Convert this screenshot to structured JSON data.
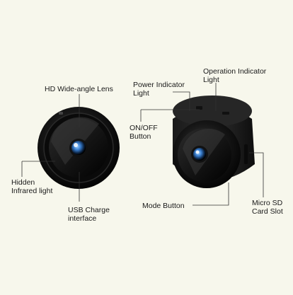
{
  "colors": {
    "background": "#f7f7ec",
    "camera_body": "#111111",
    "leader_line": "#333333",
    "lens_highlight": "#3a7fd0"
  },
  "labels": {
    "hd_lens": "HD Wide-angle Lens",
    "power_indicator": [
      "Power Indicator",
      "Light"
    ],
    "operation_indicator": [
      "Operation Indicator",
      "Light"
    ],
    "on_off": [
      "ON/OFF",
      "Button"
    ],
    "hidden_infrared": [
      "Hidden",
      "Infrared light"
    ],
    "usb_charge": [
      "USB Charge",
      "interface"
    ],
    "mode_button": "Mode Button",
    "micro_sd": [
      "Micro SD",
      "Card Slot"
    ]
  }
}
